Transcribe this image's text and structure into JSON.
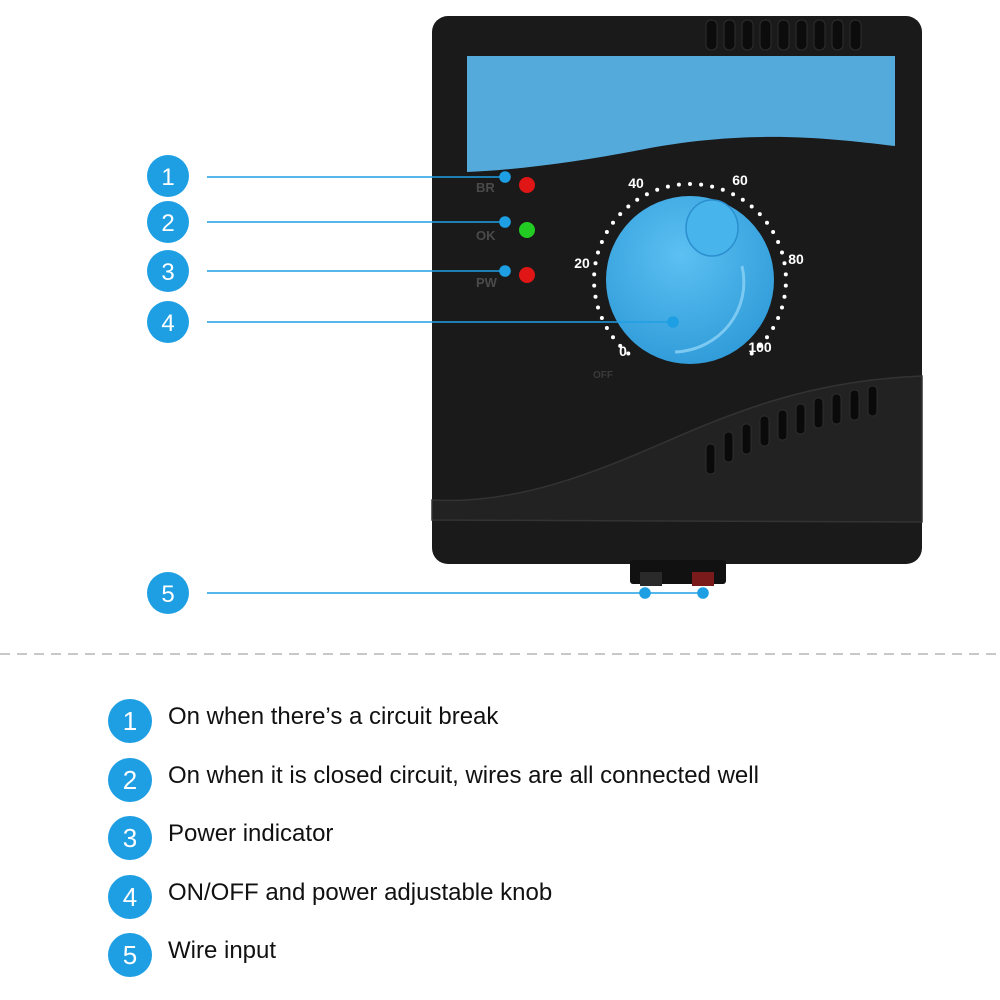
{
  "callouts": [
    "1",
    "2",
    "3",
    "4",
    "5"
  ],
  "device": {
    "led_labels": [
      "BR",
      "OK",
      "PW"
    ],
    "led_colors": [
      "#e01515",
      "#22cc22",
      "#e01515"
    ],
    "dial_labels": [
      "0",
      "20",
      "40",
      "60",
      "80",
      "100"
    ],
    "off_label": "OFF",
    "body_color": "#1a1a1a",
    "panel_color": "#55aadc",
    "knob_color": "#3aa8e6"
  },
  "legend": [
    {
      "num": "1",
      "text": "On when there’s a circuit break"
    },
    {
      "num": "2",
      "text": "On when it is closed circuit, wires are all connected well"
    },
    {
      "num": "3",
      "text": "Power indicator"
    },
    {
      "num": "4",
      "text": "ON/OFF and power adjustable knob"
    },
    {
      "num": "5",
      "text": "Wire input"
    }
  ],
  "accent_color": "#1e9fe3"
}
